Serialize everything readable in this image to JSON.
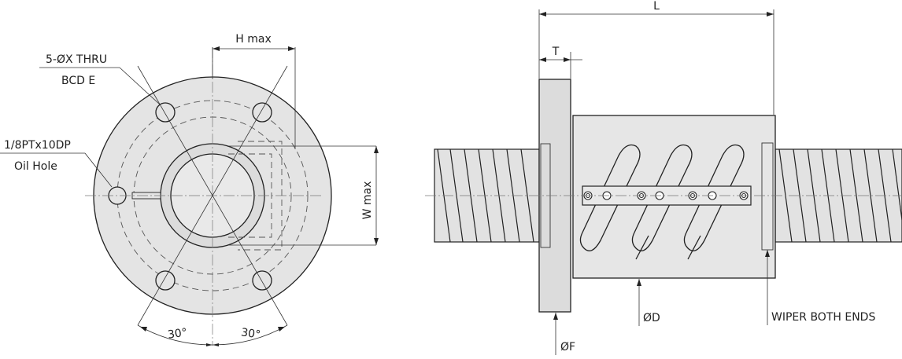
{
  "front_view": {
    "hole_callout_line1": "5-ØX THRU",
    "hole_callout_line2": "BCD E",
    "oil_hole_line1": "1/8PTx10DP",
    "oil_hole_line2": "Oil Hole",
    "height_label": "H max",
    "width_label": "W max",
    "angle_left": "30°",
    "angle_right": "30°"
  },
  "side_view": {
    "length_label": "L",
    "flange_thickness_label": "T",
    "body_diameter_label": "ØD",
    "flange_diameter_label": "ØF",
    "wiper_label": "WIPER BOTH ENDS"
  },
  "colors": {
    "body_fill": "#e6e6e6",
    "flange_fill": "#dcdcdc",
    "line": "#222222"
  }
}
